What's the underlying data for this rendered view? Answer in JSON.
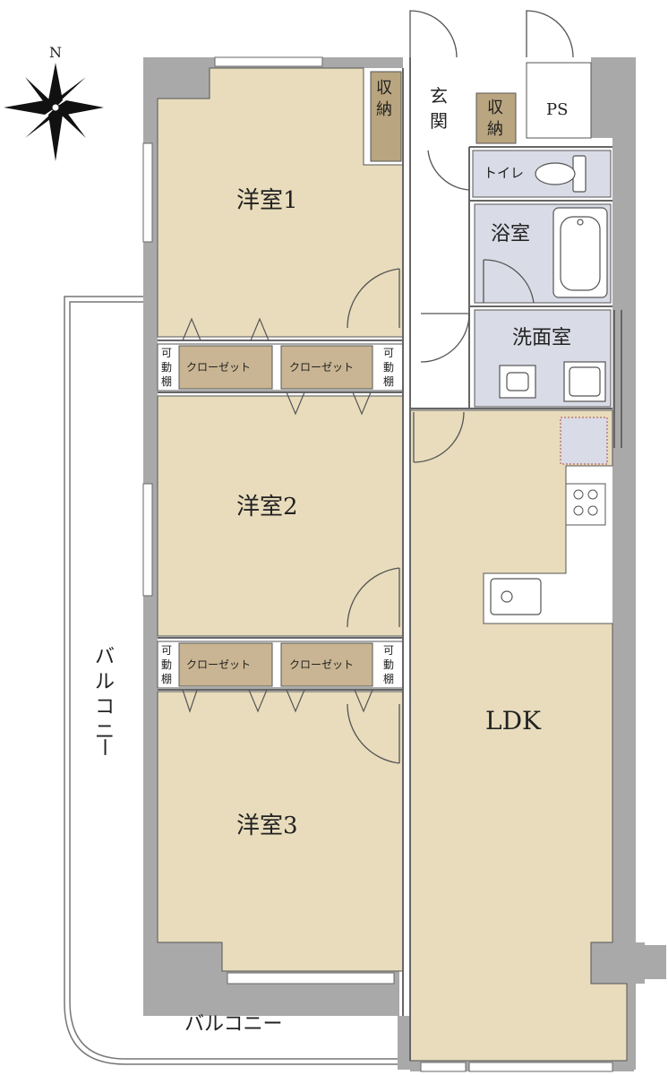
{
  "compass": {
    "north": "N"
  },
  "rooms": {
    "room1": "洋室1",
    "room2": "洋室2",
    "room3": "洋室3",
    "ldk": "LDK",
    "bath": "浴室",
    "washroom": "洗面室",
    "toilet": "トイレ",
    "ps": "PS",
    "entrance": [
      "玄",
      "関"
    ],
    "storage": [
      "収",
      "納"
    ]
  },
  "closets": {
    "label": "クローゼット",
    "movable_shelf": [
      "可",
      "動",
      "棚"
    ]
  },
  "balcony": {
    "side": [
      "バ",
      "ル",
      "コ",
      "ニ",
      "ー"
    ],
    "bottom": "バルコニー"
  },
  "colors": {
    "wall": "#a9a9a9",
    "room_floor": "#e8dcbc",
    "closet": "#c9b593",
    "storage": "#b9a57f",
    "wet_area": "#d9dbe6",
    "corridor": "#ffffff",
    "line": "#444444"
  }
}
